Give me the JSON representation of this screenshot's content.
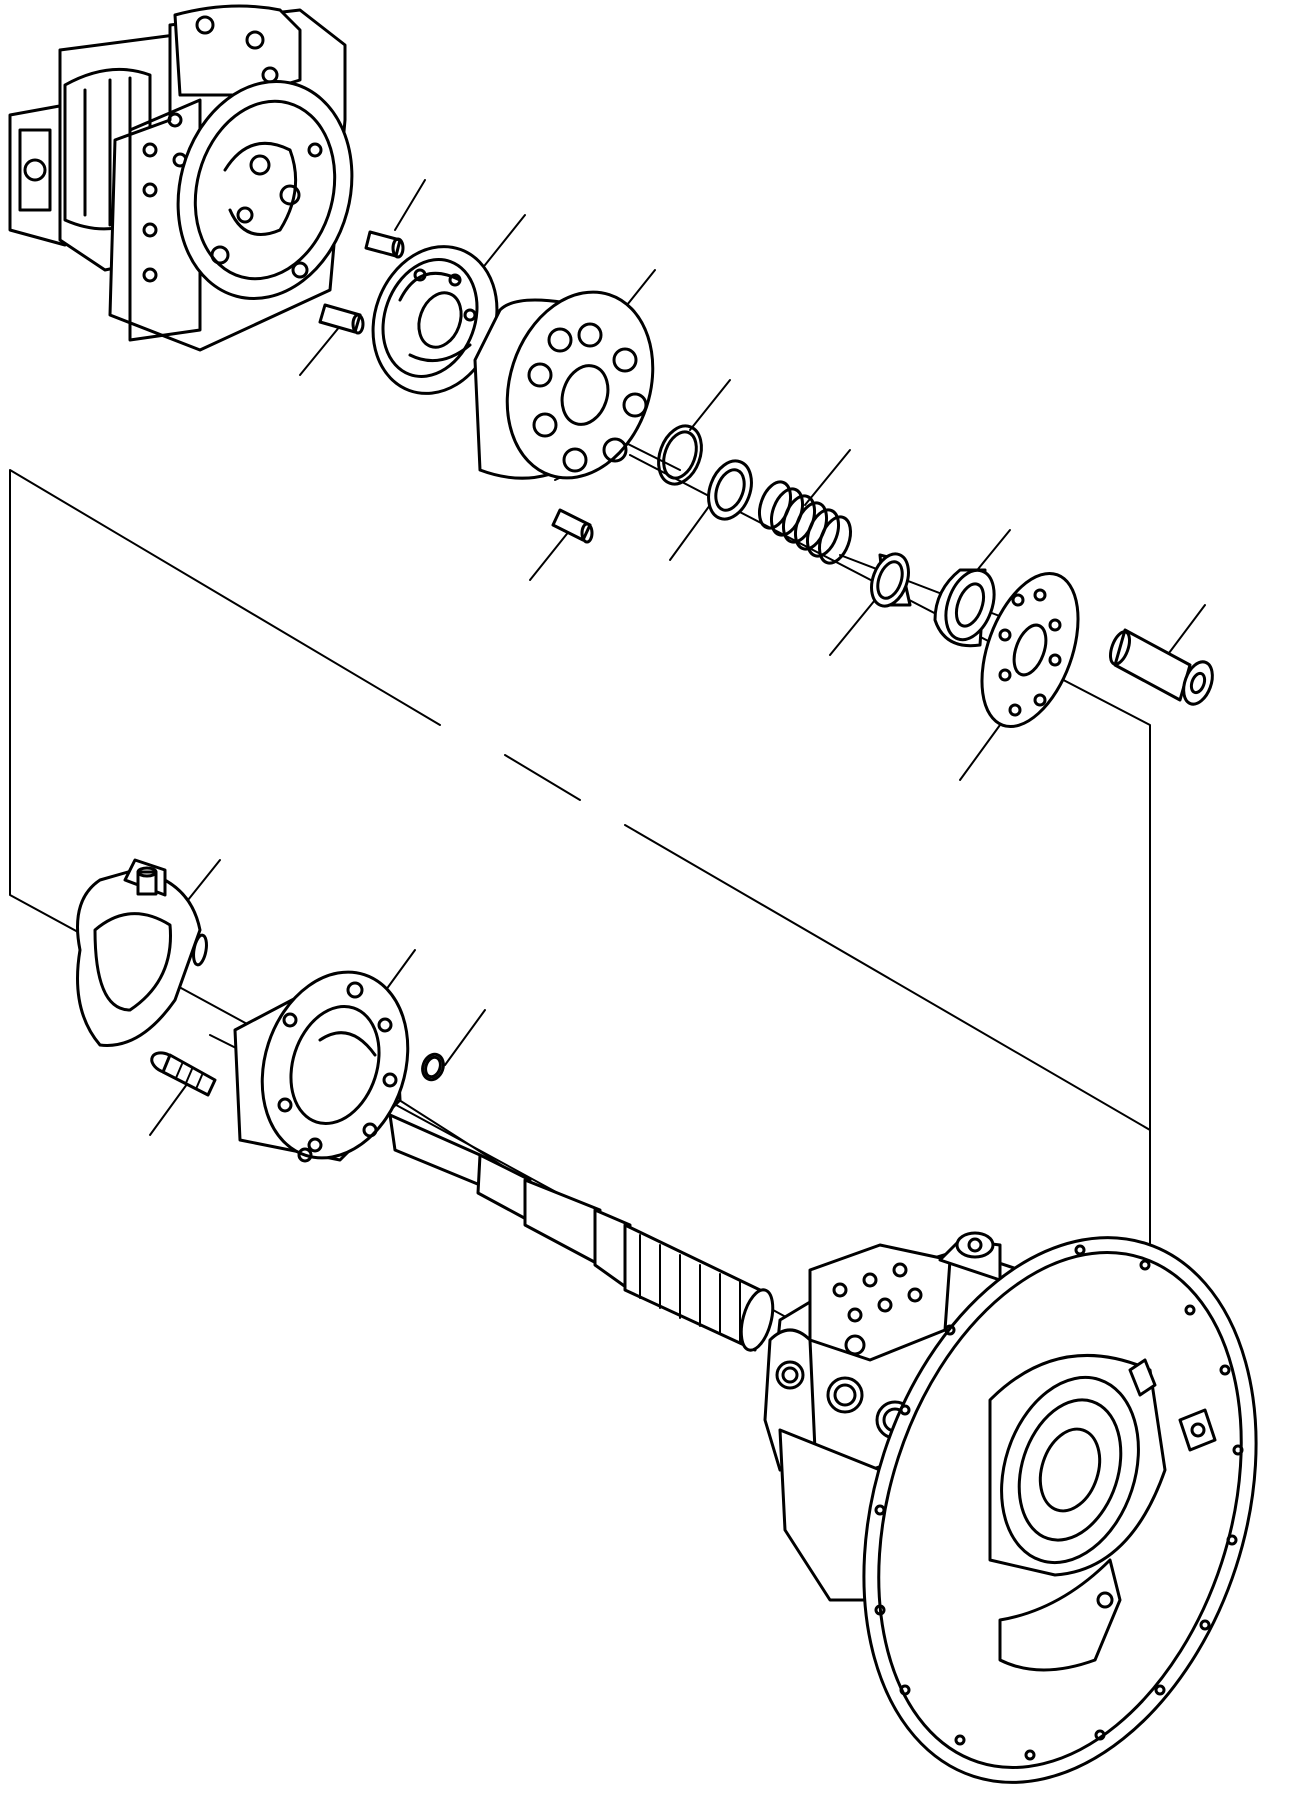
{
  "diagram": {
    "type": "exploded-parts-drawing",
    "line_color": "#000000",
    "background": "#ffffff",
    "callout_labels": [],
    "parts": [
      "rear-pump-housing",
      "dowel-pin",
      "valve-plate",
      "cylinder-block",
      "snap-ring",
      "spring-washer",
      "coil-spring",
      "spring-seat",
      "spherical-bushing",
      "retainer-plate",
      "piston",
      "swash-plate",
      "cradle",
      "o-ring",
      "cap-screw",
      "drive-shaft",
      "front-pump-housing"
    ]
  }
}
